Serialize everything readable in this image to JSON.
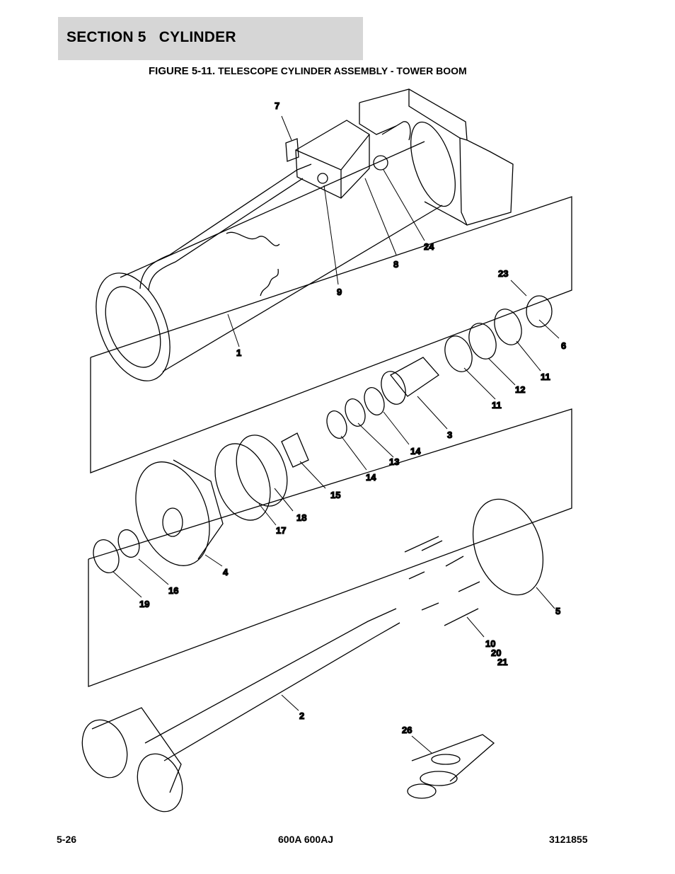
{
  "header": {
    "section_label": "SECTION 5   CYLINDER",
    "figure_prefix": "FIGURE 5-11.",
    "figure_title": "TELESCOPE CYLINDER ASSEMBLY - TOWER BOOM"
  },
  "callouts": [
    "7",
    "24",
    "8",
    "9",
    "23",
    "6",
    "1",
    "11",
    "12",
    "11",
    "3",
    "14",
    "13",
    "14",
    "15",
    "18",
    "17",
    "4",
    "16",
    "19",
    "5",
    "10",
    "20",
    "21",
    "2",
    "26"
  ],
  "footer": {
    "page_number": "5-26",
    "model": "600A 600AJ",
    "doc_number": "3121855"
  }
}
